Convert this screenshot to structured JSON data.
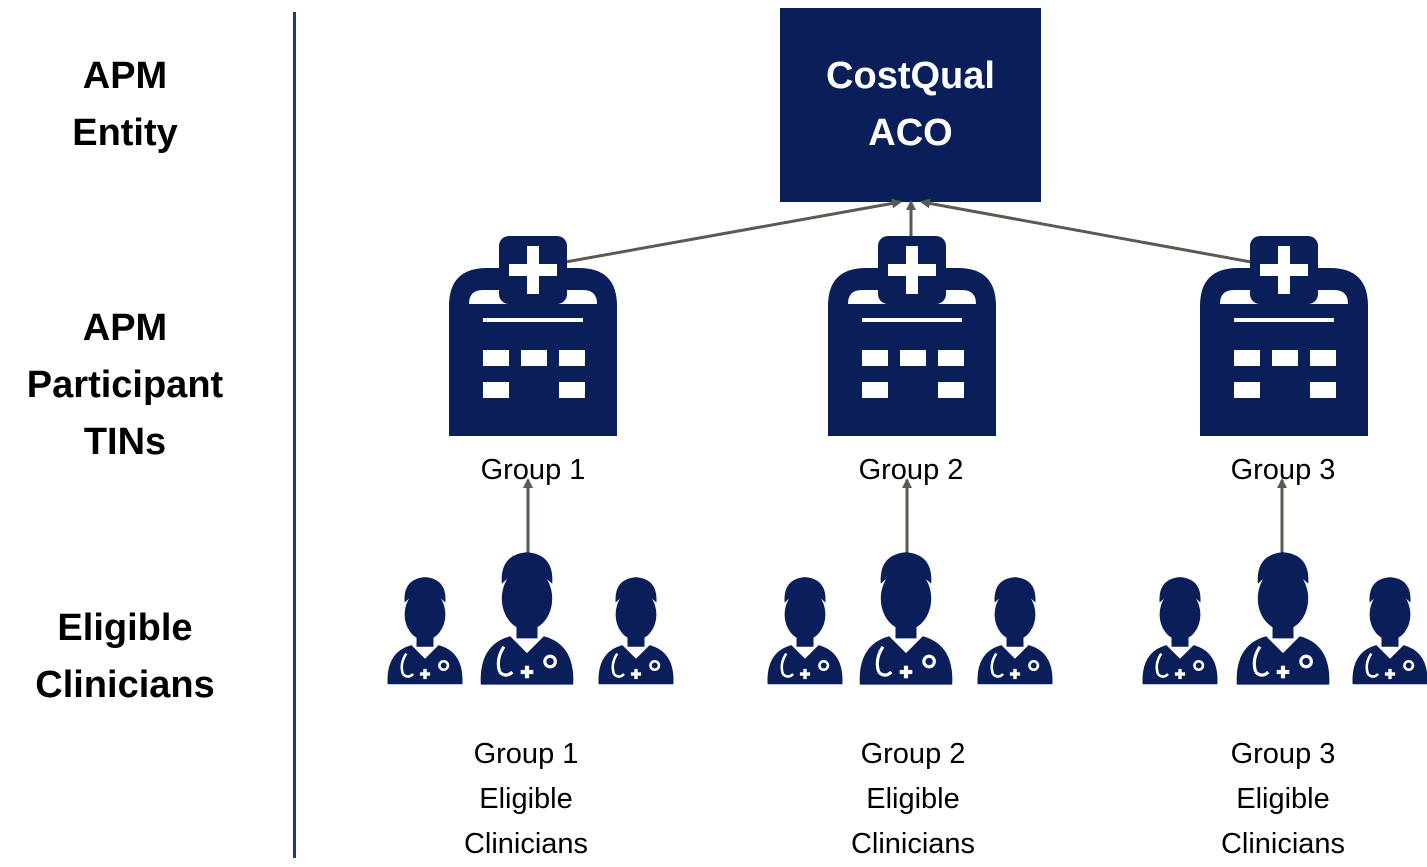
{
  "rows": {
    "entity": [
      "APM",
      "Entity"
    ],
    "participant": [
      "APM",
      "Participant",
      "TINs"
    ],
    "clinicians": [
      "Eligible",
      "Clinicians"
    ]
  },
  "aco": {
    "lines": [
      "CostQual",
      "ACO"
    ],
    "color": "#0a1f59"
  },
  "groups": [
    {
      "label": "Group 1",
      "clinicians": [
        "Group 1",
        "Eligible",
        "Clinicians"
      ]
    },
    {
      "label": "Group 2",
      "clinicians": [
        "Group 2",
        "Eligible",
        "Clinicians"
      ]
    },
    {
      "label": "Group 3",
      "clinicians": [
        "Group 3",
        "Eligible",
        "Clinicians"
      ]
    }
  ],
  "colors": {
    "icon": "#0a1f59",
    "arrow": "#5a5a52",
    "divider": "#1f3a78"
  },
  "icons": {
    "group": "hospital-icon",
    "clinicians": "doctors-group-icon"
  }
}
